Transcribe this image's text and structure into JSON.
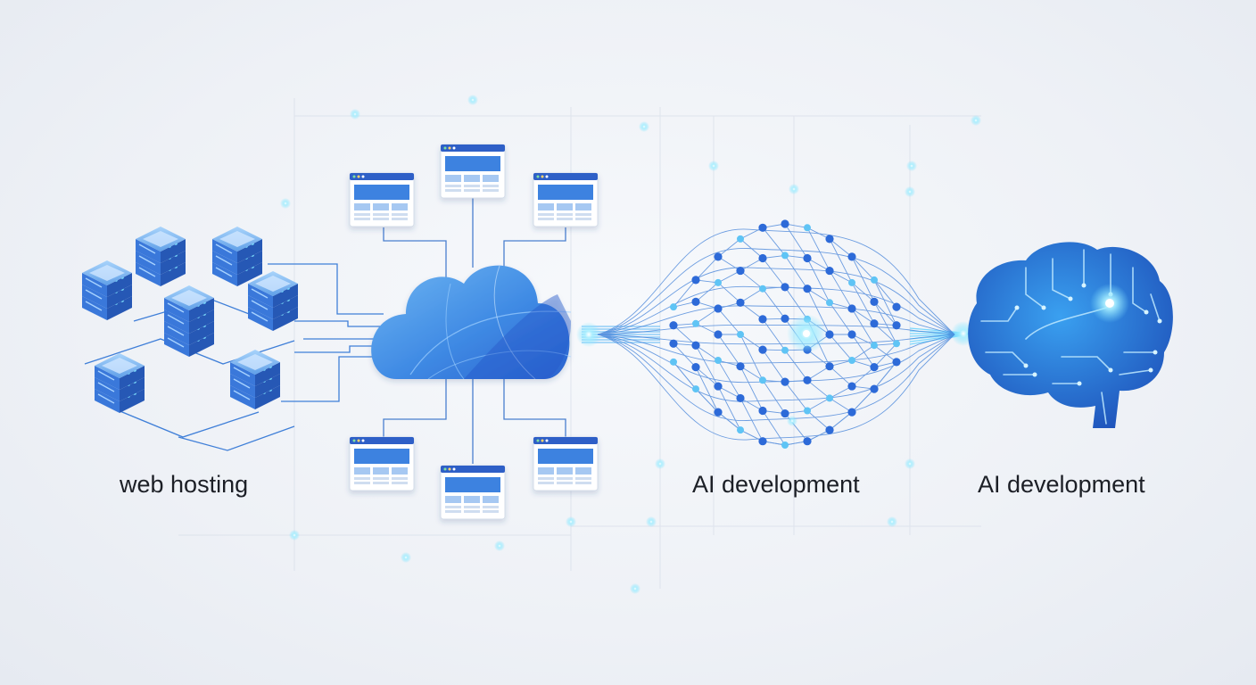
{
  "labels": {
    "web_hosting": "web hosting",
    "ai_development_network": "AI development",
    "ai_development_brain": "AI development"
  },
  "colors": {
    "primary_blue": "#2f6fd6",
    "light_blue": "#5aa6ef",
    "glow_cyan": "#7fe3ff",
    "line_blue": "#3f7fd8",
    "background": "#eef1f6"
  },
  "icons": {
    "servers": "server-rack-icon",
    "cloud": "cloud-icon",
    "windows": "browser-window-icon",
    "network": "neural-network-icon",
    "brain": "circuit-brain-icon"
  }
}
